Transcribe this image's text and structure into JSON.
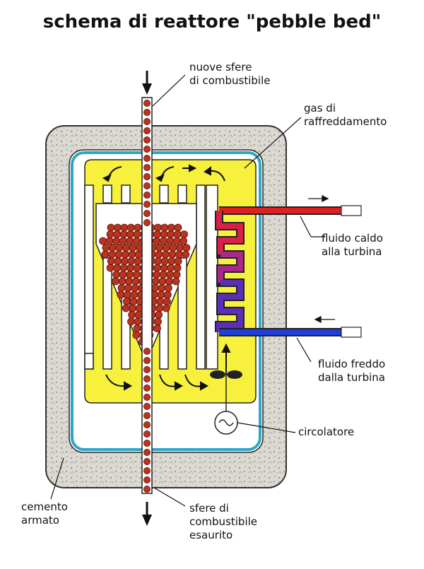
{
  "title": "schema di reattore \"pebble bed\"",
  "labels": {
    "new_fuel": [
      "nuove sfere",
      "di combustibile"
    ],
    "coolant_gas": [
      "gas di",
      "raffreddamento"
    ],
    "hot_fluid": [
      "fluido caldo",
      "alla turbina"
    ],
    "cold_fluid": [
      "fluido freddo",
      "dalla turbina"
    ],
    "circulator": [
      "circolatore"
    ],
    "concrete": [
      "cemento",
      "armato"
    ],
    "spent_fuel": [
      "sfere di",
      "combustibile",
      "esaurito"
    ]
  },
  "colors": {
    "concrete": "#d9d6cf",
    "coolant_gas": "#f7f03c",
    "vessel_line": "#2aa6c8",
    "pebbles": "#b8341f",
    "hot_pipe": "#e02020",
    "mid_pipe": "#8a2aa0",
    "cold_pipe": "#1f3fd8"
  }
}
